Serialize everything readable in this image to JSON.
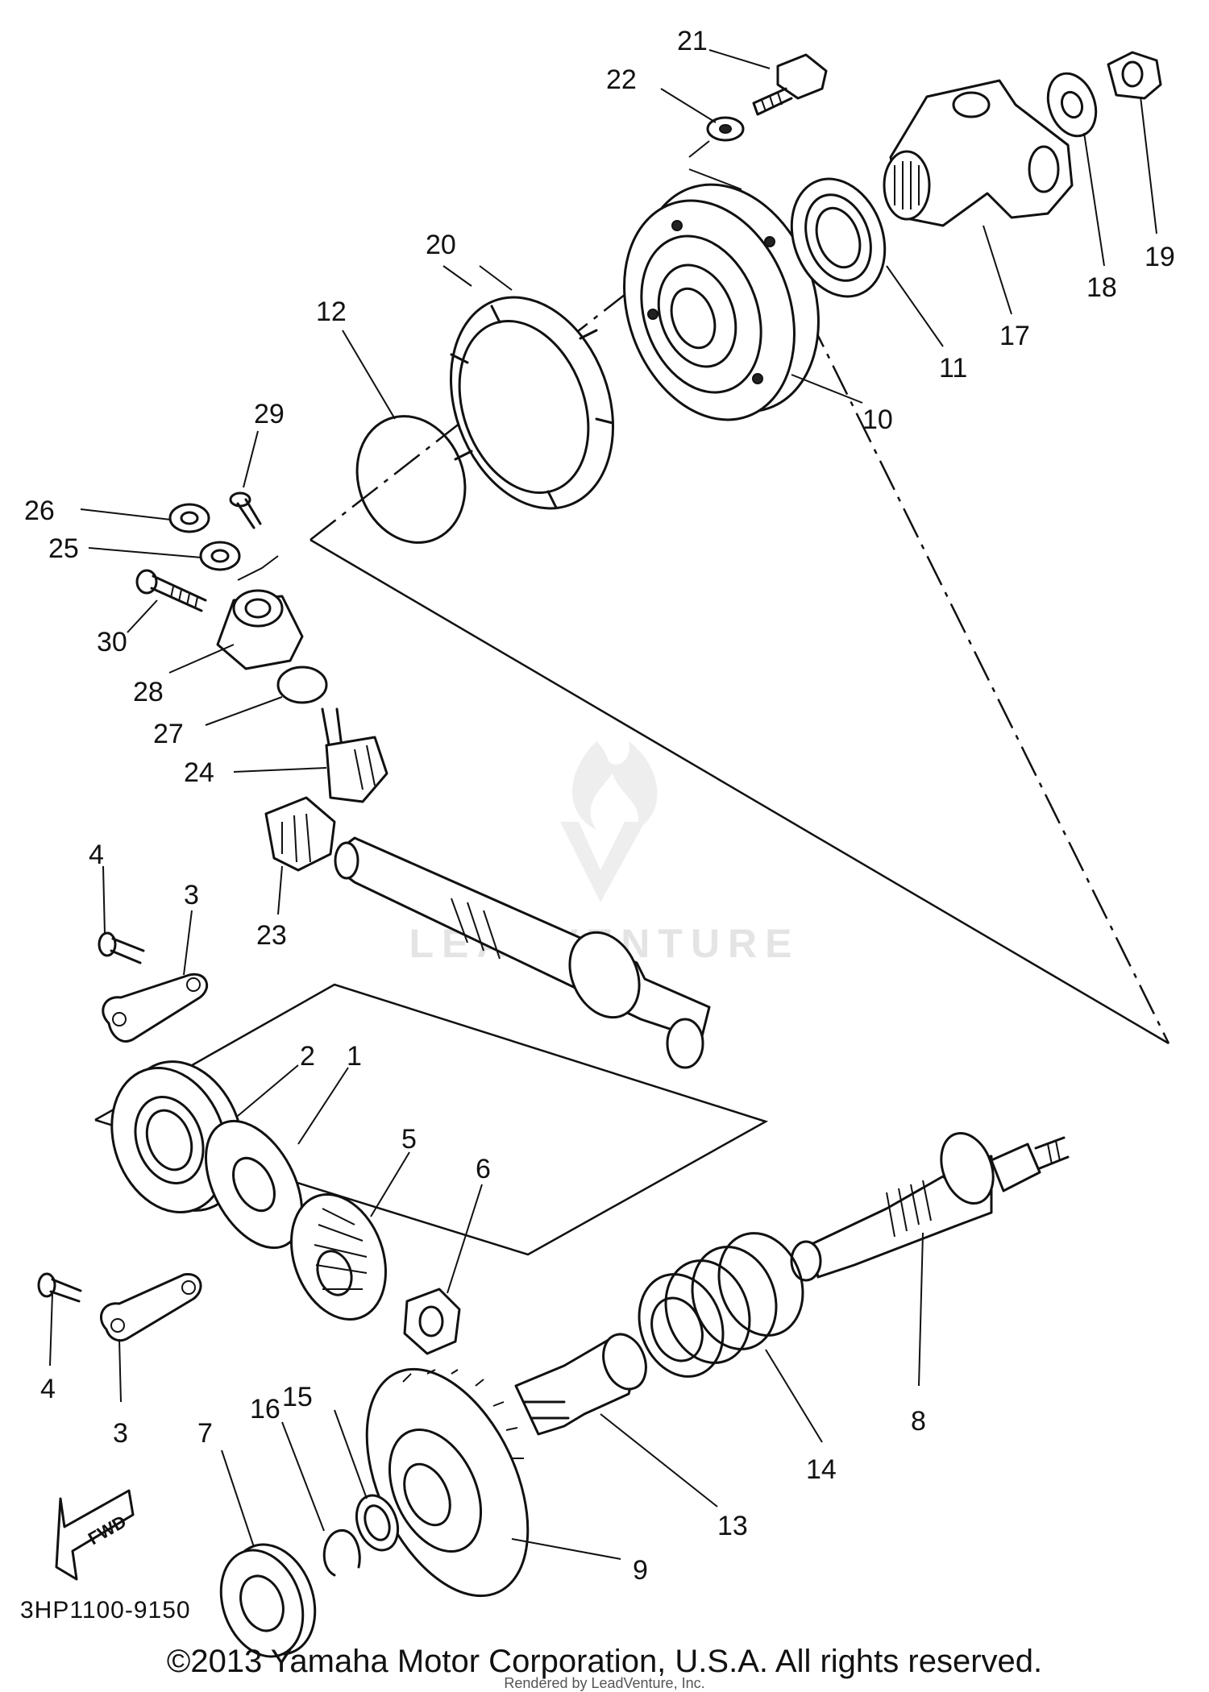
{
  "diagram": {
    "part_numbers": [
      "1",
      "2",
      "3",
      "3",
      "4",
      "4",
      "5",
      "6",
      "7",
      "8",
      "9",
      "10",
      "11",
      "12",
      "13",
      "14",
      "15",
      "16",
      "17",
      "18",
      "19",
      "20",
      "21",
      "22",
      "23",
      "24",
      "25",
      "26",
      "27",
      "28",
      "29",
      "30"
    ],
    "direction_label": "FWD",
    "diagram_code": "3HP1100-9150",
    "copyright": "©2013 Yamaha Motor Corporation, U.S.A. All rights reserved.",
    "watermark": "LEADVENTURE",
    "rendered_by": "Rendered by LeadVenture, Inc."
  }
}
